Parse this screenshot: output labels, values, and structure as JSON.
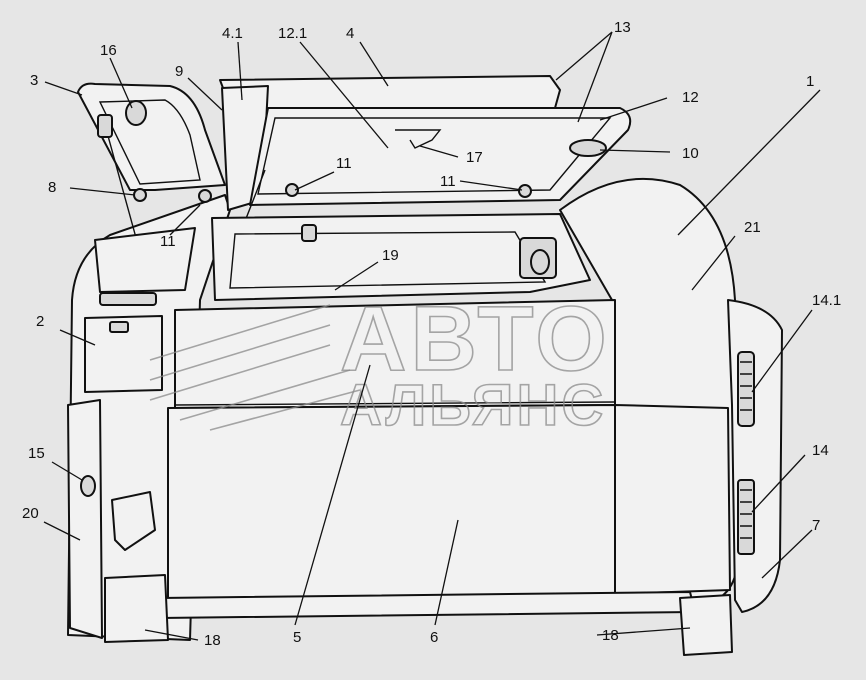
{
  "callouts": [
    {
      "id": "c-1",
      "label": "1"
    },
    {
      "id": "c-2",
      "label": "2"
    },
    {
      "id": "c-3",
      "label": "3"
    },
    {
      "id": "c-4",
      "label": "4"
    },
    {
      "id": "c-4-1",
      "label": "4.1"
    },
    {
      "id": "c-5",
      "label": "5"
    },
    {
      "id": "c-6",
      "label": "6"
    },
    {
      "id": "c-7",
      "label": "7"
    },
    {
      "id": "c-8",
      "label": "8"
    },
    {
      "id": "c-9",
      "label": "9"
    },
    {
      "id": "c-10",
      "label": "10"
    },
    {
      "id": "c-11a",
      "label": "11"
    },
    {
      "id": "c-11b",
      "label": "11"
    },
    {
      "id": "c-11c",
      "label": "11"
    },
    {
      "id": "c-12",
      "label": "12"
    },
    {
      "id": "c-12-1",
      "label": "12.1"
    },
    {
      "id": "c-13",
      "label": "13"
    },
    {
      "id": "c-14",
      "label": "14"
    },
    {
      "id": "c-14-1",
      "label": "14.1"
    },
    {
      "id": "c-15",
      "label": "15"
    },
    {
      "id": "c-16",
      "label": "16"
    },
    {
      "id": "c-17",
      "label": "17"
    },
    {
      "id": "c-18a",
      "label": "18"
    },
    {
      "id": "c-18b",
      "label": "18"
    },
    {
      "id": "c-19",
      "label": "19"
    },
    {
      "id": "c-20",
      "label": "20"
    },
    {
      "id": "c-21",
      "label": "21"
    }
  ],
  "watermark": {
    "line1": "АВТО",
    "line2": "АЛЬЯНС"
  },
  "colors": {
    "background": "#e6e6e6",
    "line": "#111111",
    "fill": "#f2f2f2",
    "watermark": "#8a8a8a"
  }
}
